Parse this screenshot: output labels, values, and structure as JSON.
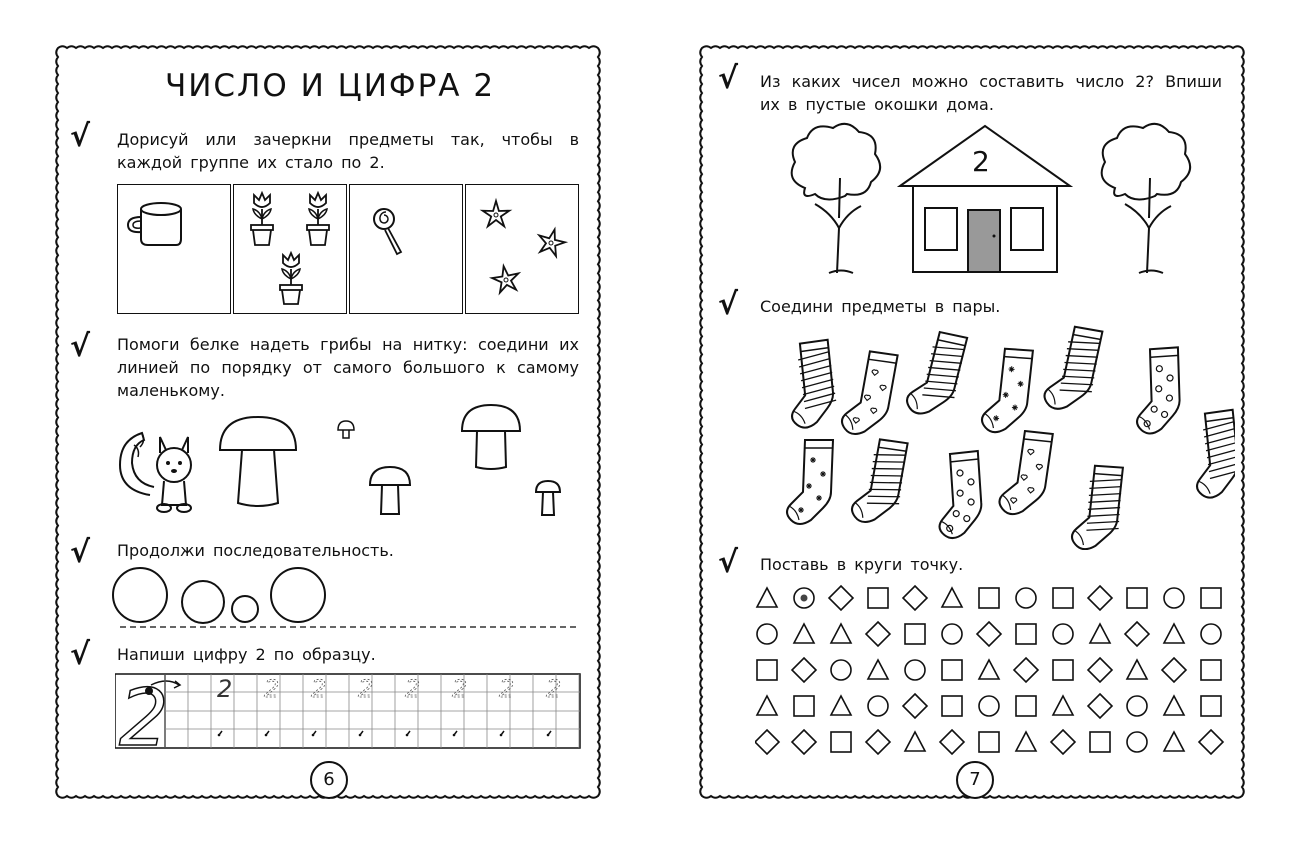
{
  "left_page": {
    "title": "ЧИСЛО И ЦИФРА 2",
    "check_mark": "√",
    "tasks": [
      {
        "text": "Дорисуй или зачеркни предметы так, чтобы в каждой группе их стало по 2."
      },
      {
        "text": "Помоги белке надеть грибы на нитку: соедини их линией по порядку от самого большого к самому маленькому."
      },
      {
        "text": "Продолжи последовательность."
      },
      {
        "text": "Напиши цифру 2 по образцу."
      }
    ],
    "page_number": "6",
    "digit": "2"
  },
  "right_page": {
    "check_mark": "√",
    "tasks": [
      {
        "text": "Из каких чисел можно составить число 2? Впиши их в пустые окошки дома."
      },
      {
        "text": "Соедини предметы в пары."
      },
      {
        "text": "Поставь в круги точку."
      }
    ],
    "house_number": "2",
    "page_number": "7",
    "shapes_grid": [
      [
        "triangle",
        "circle-dot",
        "diamond",
        "square",
        "diamond",
        "triangle",
        "square",
        "circle",
        "square",
        "diamond",
        "square",
        "circle",
        "square"
      ],
      [
        "circle",
        "triangle",
        "triangle",
        "diamond",
        "square",
        "circle",
        "diamond",
        "square",
        "circle",
        "triangle",
        "diamond",
        "triangle",
        "circle"
      ],
      [
        "square",
        "diamond",
        "circle",
        "triangle",
        "circle",
        "square",
        "triangle",
        "diamond",
        "square",
        "diamond",
        "triangle",
        "diamond",
        "square"
      ],
      [
        "triangle",
        "square",
        "triangle",
        "circle",
        "diamond",
        "square",
        "circle",
        "square",
        "triangle",
        "diamond",
        "circle",
        "triangle",
        "square"
      ],
      [
        "diamond",
        "diamond",
        "square",
        "diamond",
        "triangle",
        "diamond",
        "square",
        "triangle",
        "diamond",
        "square",
        "circle",
        "triangle",
        "diamond"
      ]
    ]
  }
}
